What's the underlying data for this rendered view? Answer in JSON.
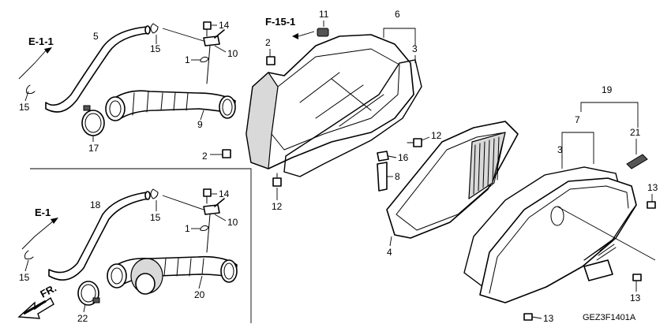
{
  "diagram": {
    "references": {
      "e_1_1": "E-1-1",
      "f_15_1": "F-15-1",
      "e_1": "E-1",
      "front": "FR."
    },
    "code": "GEZ3F1401A",
    "callouts": {
      "c5": "5",
      "c15a": "15",
      "c14a": "14",
      "c10a": "10",
      "c1a": "1",
      "c15b": "15",
      "c9": "9",
      "c17": "17",
      "c11": "11",
      "c2a": "2",
      "c2b": "2",
      "c12a": "12",
      "c6": "6",
      "c3a": "3",
      "c12b": "12",
      "c16": "16",
      "c8": "8",
      "c4": "4",
      "c19": "19",
      "c7": "7",
      "c3b": "3",
      "c21": "21",
      "c13a": "13",
      "c13b": "13",
      "c13c": "13",
      "c18": "18",
      "c14b": "14",
      "c15c": "15",
      "c10b": "10",
      "c1b": "1",
      "c15d": "15",
      "c22": "22",
      "c20": "20"
    }
  }
}
